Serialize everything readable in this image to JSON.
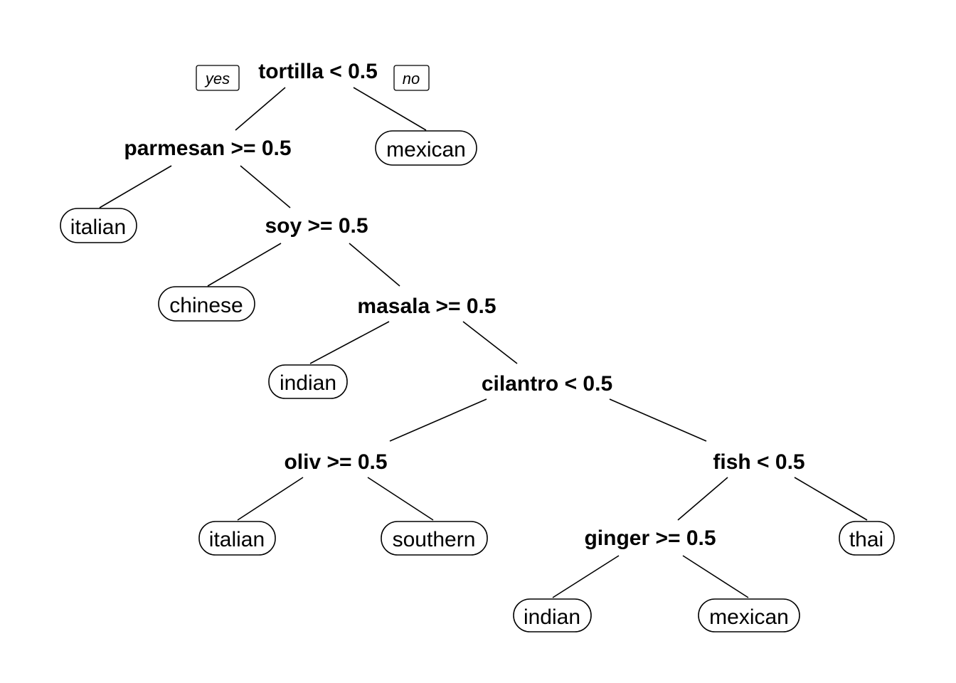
{
  "tree": {
    "branch_labels": {
      "left": "yes",
      "right": "no"
    },
    "splits": {
      "root": "tortilla < 0.5",
      "parmesan": "parmesan >= 0.5",
      "soy": "soy >= 0.5",
      "masala": "masala >= 0.5",
      "cilantro": "cilantro < 0.5",
      "oliv": "oliv >= 0.5",
      "fish": "fish < 0.5",
      "ginger": "ginger >= 0.5"
    },
    "leaves": {
      "mexican_1": "mexican",
      "italian_1": "italian",
      "chinese": "chinese",
      "indian_1": "indian",
      "italian_2": "italian",
      "southern": "southern",
      "thai": "thai",
      "indian_2": "indian",
      "mexican_2": "mexican"
    }
  }
}
